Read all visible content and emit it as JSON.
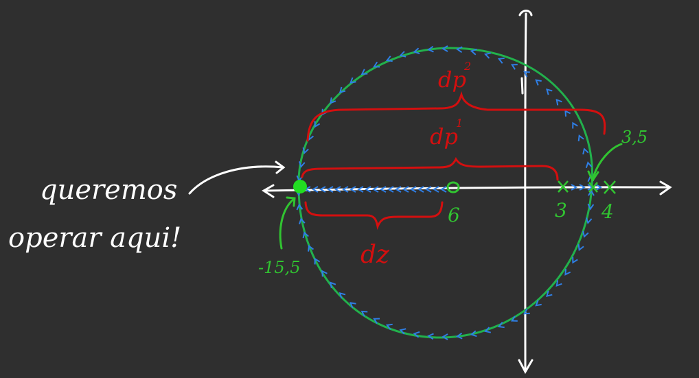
{
  "colors": {
    "background": "#2f2f2f",
    "axes": "#ffffff",
    "circle": "#22b14c",
    "arrows": "#2f7fe6",
    "distances": "#d40f0f",
    "labels": "#31c431",
    "pole_marker": "#22dd22",
    "annotation": "#ffffff"
  },
  "annotation": {
    "line1": "queremos",
    "line2": "operar aqui!"
  },
  "distance_labels": {
    "dp2_base": "dp",
    "dp2_sup": "2",
    "dp1_base": "dp",
    "dp1_sup": "1",
    "dz": "dz"
  },
  "points": {
    "left_point": "-15,5",
    "zero": "6",
    "pole_3": "3",
    "pole_4": "4",
    "crossing": "3,5"
  }
}
